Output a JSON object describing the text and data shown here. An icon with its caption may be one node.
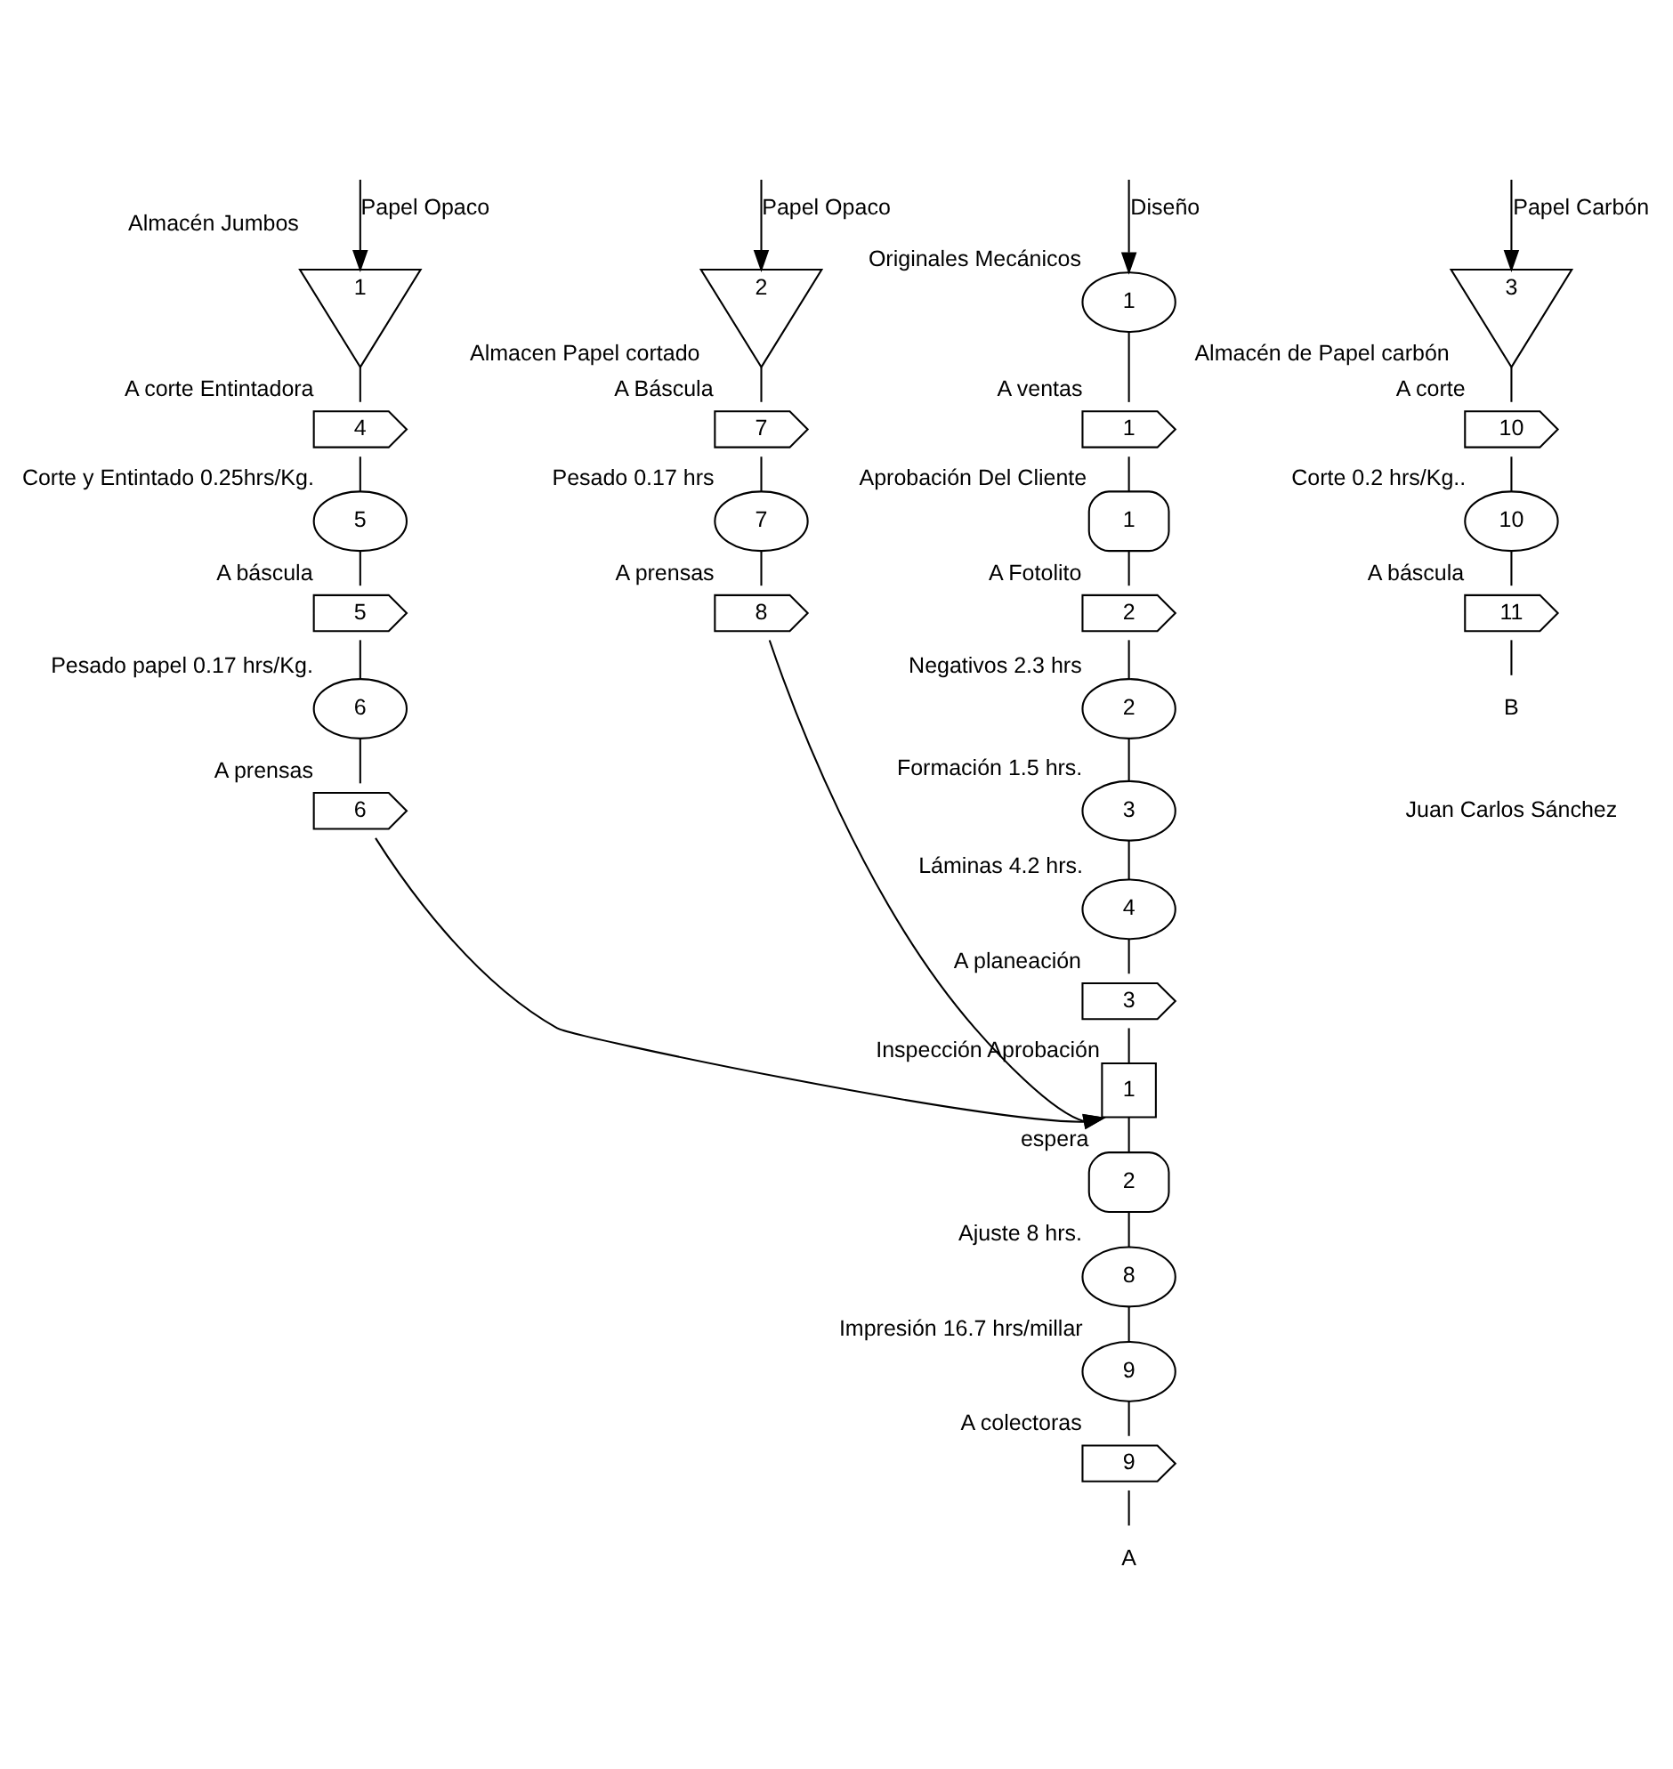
{
  "diagram": {
    "nodes": [
      {
        "text": [
          "1"
        ],
        "beside": [
          "Originales Mecánicos"
        ]
      },
      {
        "text": [
          "1"
        ],
        "beside": [
          "A ventas"
        ]
      },
      {
        "text": [
          "1"
        ],
        "beside": [
          "Aprobación Del Cliente"
        ]
      },
      {
        "text": [
          "2"
        ],
        "beside": [
          "A Fotolito"
        ]
      },
      {
        "text": [
          "2"
        ],
        "beside": [
          "Negativos 2.3 hrs"
        ]
      },
      {
        "text": [
          "3"
        ],
        "beside": [
          "Formación 1.5 hrs."
        ]
      },
      {
        "text": [
          "4"
        ],
        "beside": [
          "Láminas 4.2 hrs."
        ]
      },
      {
        "text": [
          "3"
        ],
        "beside": [
          "A planeación"
        ]
      },
      {
        "text": [
          "1"
        ],
        "beside": [
          "Inspección Aprobación"
        ]
      },
      {
        "text": [
          "2"
        ],
        "beside": [
          "espera"
        ]
      },
      {
        "text": [
          "8"
        ],
        "beside": [
          "Ajuste 8 hrs."
        ]
      },
      {
        "text": [
          "9"
        ],
        "beside": [
          "Impresión 16.7 hrs/millar"
        ]
      },
      {
        "text": [
          "9"
        ],
        "beside": [
          "A colectoras"
        ]
      },
      {
        "text": [
          "A"
        ]
      },
      {
        "text": [
          "1"
        ],
        "beside": [
          "Almacén Jumbos"
        ]
      },
      {
        "text": [
          "4"
        ],
        "beside": [
          "A corte Entintadora"
        ]
      },
      {
        "text": [
          "5"
        ],
        "beside": [
          "Corte y Entintado 0.25hrs/Kg."
        ]
      },
      {
        "text": [
          "5"
        ],
        "beside": [
          "A báscula"
        ]
      },
      {
        "text": [
          "6"
        ],
        "beside": [
          "Pesado papel 0.17 hrs/Kg."
        ]
      },
      {
        "text": [
          "6"
        ],
        "beside": [
          "A prensas"
        ]
      },
      {
        "text": [
          "2"
        ],
        "beside": [
          "Almacen Papel cortado"
        ]
      },
      {
        "text": [
          "7"
        ],
        "beside": [
          "A Báscula"
        ]
      },
      {
        "text": [
          "7"
        ],
        "beside": [
          "Pesado 0.17 hrs"
        ]
      },
      {
        "text": [
          "8"
        ],
        "beside": [
          "A prensas"
        ]
      },
      {
        "text": [
          "3"
        ],
        "beside": [
          "Almacén de Papel carbón"
        ]
      },
      {
        "text": [
          "10"
        ],
        "beside": [
          "A corte"
        ]
      },
      {
        "text": [
          "10"
        ],
        "beside": [
          "Corte 0.2 hrs/Kg.."
        ]
      },
      {
        "text": [
          "11"
        ],
        "beside": [
          "A báscula"
        ]
      },
      {
        "text": [
          "B"
        ]
      }
    ],
    "edges": [
      {
        "from": null,
        "to": 0,
        "arrow": "to",
        "label": "Diseño"
      },
      {
        "from": 0,
        "to": 1,
        "arrow": "none"
      },
      {
        "from": 1,
        "to": 2,
        "arrow": "none"
      },
      {
        "from": 2,
        "to": 3,
        "arrow": "none"
      },
      {
        "from": 3,
        "to": 4,
        "arrow": "none"
      },
      {
        "from": 4,
        "to": 5,
        "arrow": "none"
      },
      {
        "from": 5,
        "to": 6,
        "arrow": "none"
      },
      {
        "from": 6,
        "to": 7,
        "arrow": "none"
      },
      {
        "from": 7,
        "to": 8,
        "arrow": "none"
      },
      {
        "from": 8,
        "to": 9,
        "arrow": "none"
      },
      {
        "from": 9,
        "to": 10,
        "arrow": "none"
      },
      {
        "from": 10,
        "to": 11,
        "arrow": "none"
      },
      {
        "from": 11,
        "to": 12,
        "arrow": "none"
      },
      {
        "from": 12,
        "to": 13,
        "arrow": "none"
      },
      {
        "from": null,
        "to": 14,
        "arrow": "to",
        "label": "Papel Opaco"
      },
      {
        "from": 14,
        "to": 15,
        "arrow": "none"
      },
      {
        "from": 15,
        "to": 16,
        "arrow": "none"
      },
      {
        "from": 16,
        "to": 17,
        "arrow": "none"
      },
      {
        "from": 17,
        "to": 18,
        "arrow": "none"
      },
      {
        "from": 18,
        "to": 19,
        "arrow": "none"
      },
      {
        "from": 19,
        "to": 8,
        "arrow": "to"
      },
      {
        "from": null,
        "to": 20,
        "arrow": "to",
        "label": "Papel Opaco"
      },
      {
        "from": 20,
        "to": 21,
        "arrow": "none"
      },
      {
        "from": 21,
        "to": 22,
        "arrow": "none"
      },
      {
        "from": 22,
        "to": 23,
        "arrow": "none"
      },
      {
        "from": 23,
        "to": 8,
        "arrow": "to"
      },
      {
        "from": null,
        "to": 24,
        "arrow": "to",
        "label": "Papel Carbón"
      },
      {
        "from": 24,
        "to": 25,
        "arrow": "none"
      },
      {
        "from": 25,
        "to": 26,
        "arrow": "none"
      },
      {
        "from": 26,
        "to": 27,
        "arrow": "none"
      },
      {
        "from": 27,
        "to": 28,
        "arrow": "none"
      }
    ],
    "labels": [
      "Juan Carlos Sánchez"
    ]
  }
}
